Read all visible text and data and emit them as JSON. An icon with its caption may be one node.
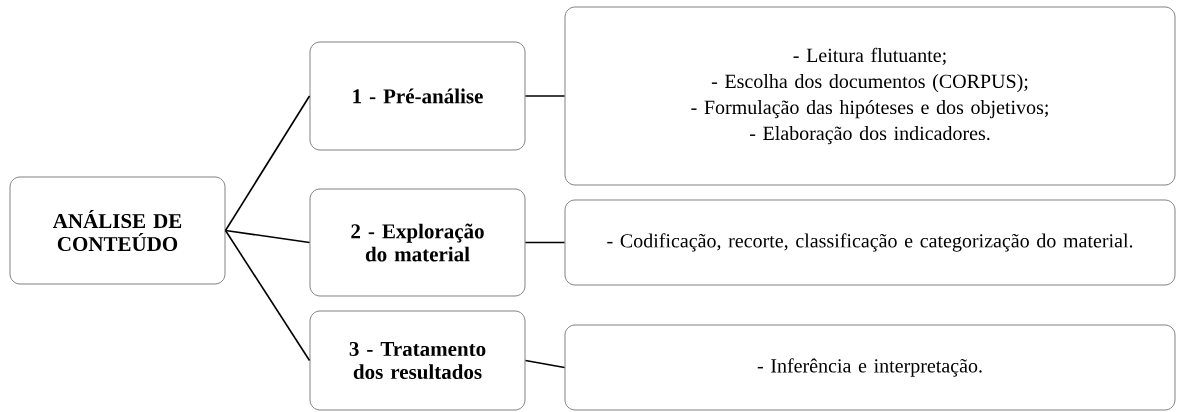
{
  "diagram": {
    "nodes": [
      {
        "text": [
          "ANÁLISE DE CONTEÚDO"
        ]
      },
      {
        "text": [
          "1 - Pré-análise"
        ]
      },
      {
        "text": [
          "- Leitura flutuante;",
          "- Escolha dos documentos (CORPUS);",
          "- Formulação das hipóteses e dos objetivos;",
          "- Elaboração dos indicadores."
        ]
      },
      {
        "text": [
          "2 - Exploração do material"
        ]
      },
      {
        "text": [
          "- Codificação, recorte, classificação e categorização do material."
        ]
      },
      {
        "text": [
          "3 - Tratamento dos resultados"
        ]
      },
      {
        "text": [
          "- Inferência e interpretação."
        ]
      }
    ],
    "edges": [
      {
        "from": 0,
        "to": 1,
        "arrow": "none"
      },
      {
        "from": 0,
        "to": 3,
        "arrow": "none"
      },
      {
        "from": 0,
        "to": 5,
        "arrow": "none"
      },
      {
        "from": 1,
        "to": 2,
        "arrow": "none"
      },
      {
        "from": 3,
        "to": 4,
        "arrow": "none"
      },
      {
        "from": 5,
        "to": 6,
        "arrow": "none"
      }
    ]
  }
}
